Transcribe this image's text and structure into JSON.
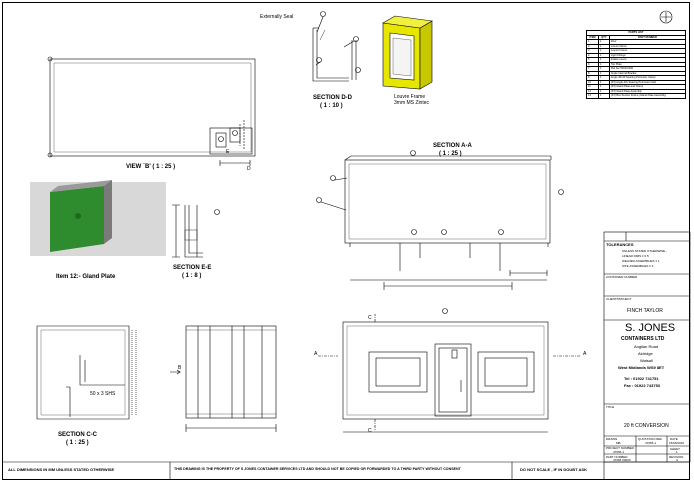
{
  "views": {
    "view_b": "VIEW `B' ( 1 : 25 )",
    "section_dd_title": "SECTION D-D",
    "section_dd_scale": "( 1 : 10 )",
    "section_aa_title": "SECTION A-A",
    "section_aa_scale": "( 1 : 25 )",
    "section_ee_title": "SECTION E-E",
    "section_ee_scale": "( 1 : 8 )",
    "section_cc_title": "SECTION C-C",
    "section_cc_scale": "( 1 : 25 )",
    "gland_plate": "Item 12:- Gland Plate",
    "externally_seal": "Externally Seal",
    "louvre_frame_1": "Louvre Frame",
    "louvre_frame_2": "3mm MS Zintec",
    "shs_label": "50 x 3 SHS",
    "marker_a": "A",
    "marker_b": "B",
    "marker_c": "C",
    "marker_d": "D",
    "marker_e": "E"
  },
  "parts_list": {
    "title": "PARTS LIST",
    "headers": [
      "ITEM",
      "QTY",
      "PART NUMBER"
    ],
    "rows": [
      [
        "1",
        "1",
        "Door"
      ],
      [
        "2",
        "1",
        "Louvre Flame"
      ],
      [
        "3",
        "1",
        "Louvre Frame"
      ],
      [
        "4",
        "1",
        "Light Fittings"
      ],
      [
        "5",
        "1",
        "Intake Louvre"
      ],
      [
        "6",
        "1",
        "Top Plate"
      ],
      [
        "7",
        "1",
        "Flat bar 50x6x1000"
      ],
      [
        "8",
        "1",
        "Angle Internal Bracket"
      ],
      [
        "9",
        "1",
        "Angle 40x40 Spacing Perimeter Clamp"
      ],
      [
        "10",
        "1",
        "(PJ) Angle 40x Spacing Perimeter Clad"
      ],
      [
        "11",
        "1",
        "(PJ) Gland Plate and Clamp"
      ],
      [
        "12",
        "1",
        "(PJ) Gland Plate Assembly"
      ],
      [
        "13",
        "1",
        "(PJ) Box Section Frame (Gland Plate Assembly)"
      ]
    ]
  },
  "title_block": {
    "tolerances_label": "TOLERANCES",
    "tolerances_lines": [
      "UNLESS STATED OTHERWISE -",
      "LINEAR DIMS ± 0.5",
      "WELDED ASSEMBLIES ± 1",
      "SITE ASSEMBLIES ± 2"
    ],
    "container_number_label": "CONTAINER NUMBER",
    "client_project_label": "CLIENT/PROJECT",
    "client_project": "FINCH TAYLOR",
    "company_name_1": "S. JONES",
    "company_name_2": "CONTAINERS LTD",
    "address": [
      "Anglian Road",
      "Aldridge",
      "Walsall",
      "West Midlands WS9 8ET"
    ],
    "tel": "Tel : 01922 741751",
    "fax": "Fax : 01922 743753",
    "title_label": "TITLE",
    "title": "20 ft CONVERSION",
    "drawn_label": "DRAWN",
    "drawn": "MB",
    "quotation_ref_label": "QUOTATION REF",
    "quotation_ref": "47665-1",
    "date_label": "DATE",
    "date": "15/06/2010",
    "project_number_label": "PROJECT NUMBER",
    "project_number": "47665-1",
    "sheet_label": "SHEET",
    "sheet": "1",
    "part_number_label": "PART NUMBER",
    "part_number": "47665 00000",
    "revision_label": "REVISION",
    "revision": "A"
  },
  "footer": {
    "dimensions_note": "ALL DIMENSIONS IN MM UNLESS STATED OTHERWISE",
    "property_note": "THIS DRAWING IS THE PROPERTY OF S JONES CONTAINER SERVICES LTD AND SHOULD NOT BE COPIED OR FORWARDED TO A THIRD PARTY WITHOUT CONSENT",
    "scale_note": "DO NOT SCALE , IF IN DOUBT ASK"
  },
  "colors": {
    "line": "#000000",
    "insulation_yellow": "#e6e600",
    "render_green": "#2e8b2e",
    "render_grey": "#9a9a9a"
  }
}
